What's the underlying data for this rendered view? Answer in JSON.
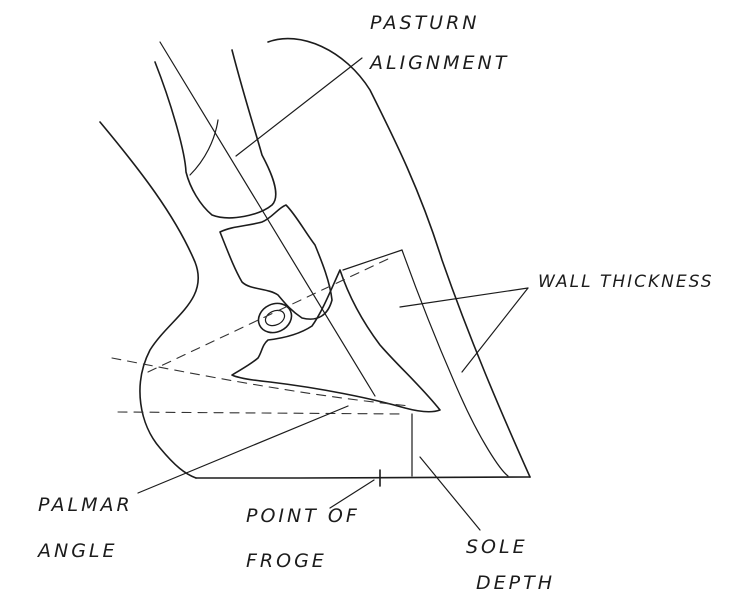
{
  "labels": {
    "pastern_alignment": [
      "PASTURN",
      "ALIGNMENT"
    ],
    "wall_thickness": "WALL THICKNESS",
    "palmar_angle": [
      "PALMAR",
      "ANGLE"
    ],
    "point_of_frog": [
      "POINT OF",
      "FROGE"
    ],
    "sole_depth": [
      "SOLE",
      "DEPTH"
    ]
  },
  "colors": {
    "ink": "#1c1c1c",
    "paper": "#ffffff"
  }
}
